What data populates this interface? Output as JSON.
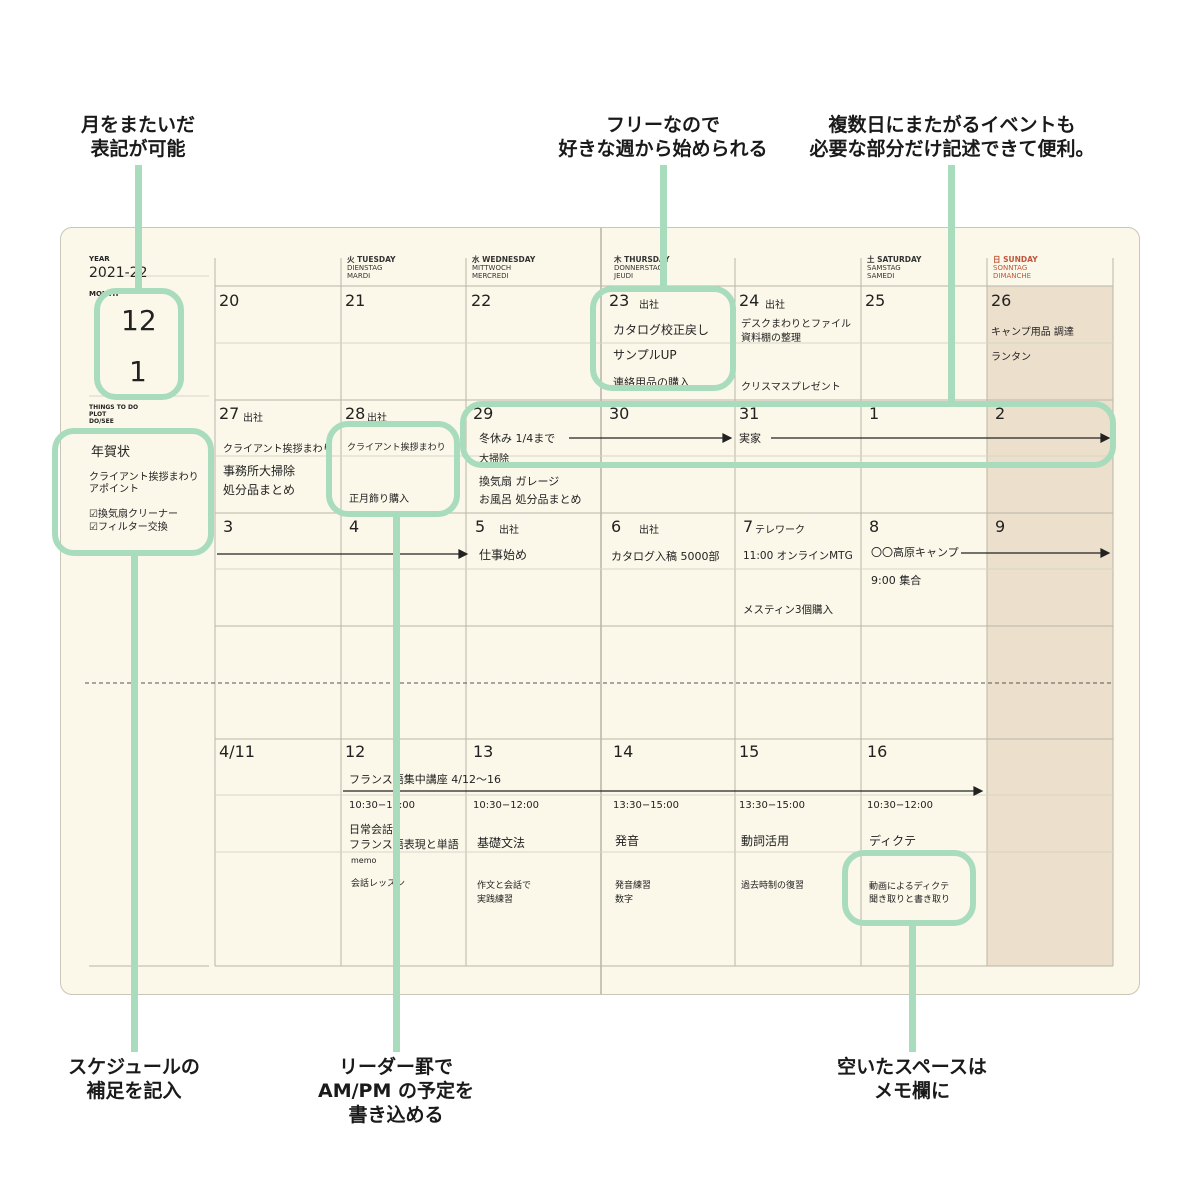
{
  "callouts": {
    "month_span": [
      "月をまたいだ",
      "表記が可能"
    ],
    "free_week": [
      "フリーなので",
      "好きな週から始められる"
    ],
    "multi_day": [
      "複数日にまたがるイベントも",
      "必要な部分だけ記述できて便利。"
    ],
    "supplement": [
      "スケジュールの",
      "補足を記入"
    ],
    "leader_lines": [
      "リーダー罫で",
      "AM/PM の予定を",
      "書き込める"
    ],
    "memo_space": [
      "空いたスペースは",
      "メモ欄に"
    ]
  },
  "sidebar": {
    "year_label": "YEAR",
    "year_value": "2021-22",
    "month_label": "MONTH",
    "months": [
      "12",
      "1"
    ],
    "things_label": [
      "THINGS TO DO",
      "PLOT",
      "DO/SEE"
    ],
    "note_title": "年賀状",
    "note_lines": [
      "クライアント挨拶まわり",
      "アポイント"
    ],
    "checks": [
      "換気扇クリーナー",
      "フィルター交換"
    ]
  },
  "headers": [
    {
      "jp": "",
      "en": "",
      "de": "",
      "fr": ""
    },
    {
      "jp": "火",
      "en": "TUESDAY",
      "de": "DIENSTAG",
      "fr": "MARDI"
    },
    {
      "jp": "水",
      "en": "WEDNESDAY",
      "de": "MITTWOCH",
      "fr": "MERCREDI"
    },
    {
      "jp": "木",
      "en": "THURSDAY",
      "de": "DONNERSTAG",
      "fr": "JEUDI"
    },
    {
      "jp": "",
      "en": "",
      "de": "",
      "fr": ""
    },
    {
      "jp": "土",
      "en": "SATURDAY",
      "de": "SAMSTAG",
      "fr": "SAMEDI"
    },
    {
      "jp": "日",
      "en": "SUNDAY",
      "de": "SONNTAG",
      "fr": "DIMANCHE"
    }
  ],
  "week1": {
    "dates": [
      "20",
      "21",
      "22",
      "23",
      "24",
      "25",
      "26"
    ],
    "d23_tag": "出社",
    "d24_tag": "出社",
    "d23_lines": [
      "カタログ校正戻し",
      "サンプルUP",
      "連絡用品の購入"
    ],
    "d24_lines": [
      "デスクまわりとファイル",
      "資料棚の整理"
    ],
    "d24_bottom": "クリスマスプレゼント",
    "d26_lines": [
      "キャンプ用品 調達",
      "ランタン"
    ]
  },
  "week2": {
    "dates": [
      "27",
      "28",
      "29",
      "30",
      "31",
      "1",
      "2"
    ],
    "d27_tag": "出社",
    "d28_tag": "出社",
    "d27_lines": [
      "クライアント挨拶まわり",
      "事務所大掃除",
      "処分品まとめ"
    ],
    "d28_lines": [
      "クライアント挨拶まわり",
      "正月飾り購入"
    ],
    "holiday": "冬休み 1/4まで",
    "d29_under": "大掃除",
    "d29_lines": [
      "換気扇 ガレージ",
      "お風呂 処分品まとめ"
    ],
    "d31_event": "実家"
  },
  "week3": {
    "dates": [
      "3",
      "4",
      "5",
      "6",
      "7",
      "8",
      "9"
    ],
    "d5_tag": "出社",
    "d6_tag": "出社",
    "d7_tag": "テレワーク",
    "d5_line": "仕事始め",
    "d6_line": "カタログ入稿 5000部",
    "d7_lines": [
      "11:00 オンラインMTG",
      "メスティン3個購入"
    ],
    "d8_lines": [
      "〇〇高原キャンプ",
      "9:00 集合"
    ]
  },
  "week4": {
    "dates": [
      "4/11",
      "12",
      "13",
      "14",
      "15",
      "16"
    ],
    "course": "フランス語集中講座 4/12〜16",
    "times": [
      "10:30−12:00",
      "10:30−12:00",
      "13:30−15:00",
      "13:30−15:00",
      "10:30−12:00"
    ],
    "subjects": [
      "日常会話",
      "基礎文法",
      "発音",
      "動詞活用",
      "ディクテ"
    ],
    "d12_sub2": "フランス語表現と単語",
    "d12_memo": [
      "memo",
      "会話レッスン"
    ],
    "d13_memo": [
      "作文と会話で",
      "実践練習"
    ],
    "d14_memo": [
      "発音練習",
      "数字"
    ],
    "d15_memo": "過去時制の復習",
    "d16_memo": [
      "動画によるディクテ",
      "聞き取りと書き取り"
    ]
  }
}
